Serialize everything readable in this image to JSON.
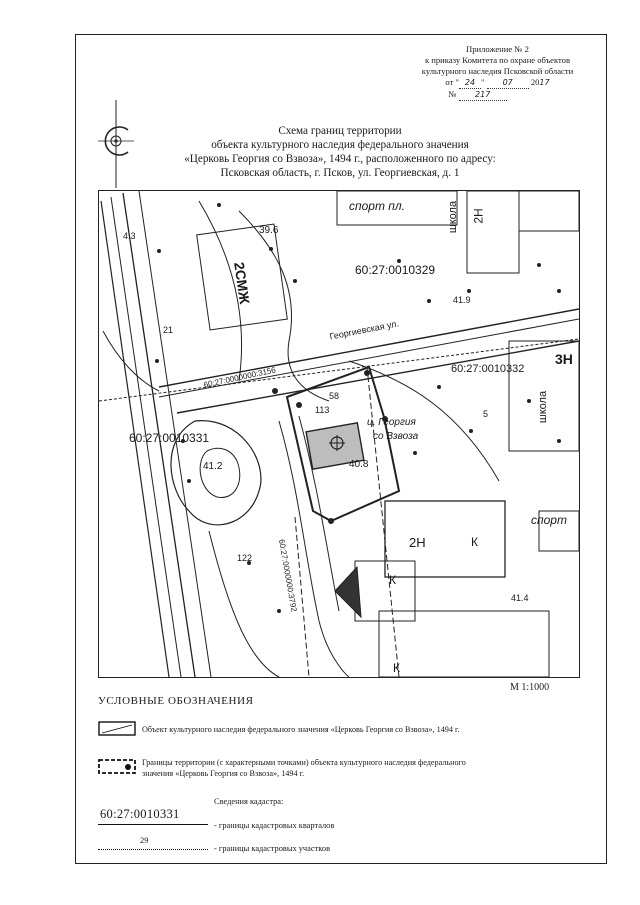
{
  "appendix": {
    "line1": "Приложение № 2",
    "line2": "к приказу Комитета по охране объектов",
    "line3": "культурного наследия Псковской области",
    "date_prefix": "от \"",
    "date_day": "24",
    "date_mid": "\"",
    "date_month": "07",
    "date_year_prefix": "20",
    "date_year": "17",
    "number_prefix": "№",
    "number": "217"
  },
  "title": {
    "line1": "Схема границ территории",
    "line2": "объекта культурного наследия федерального значения",
    "line3": "«Церковь Георгия со Взвоза», 1494 г., расположенного по адресу:",
    "line4": "Псковская область, г. Псков, ул. Георгиевская, д. 1"
  },
  "map_labels": {
    "sport_top": "спорт пл.",
    "shkola_top": "школа",
    "label_2n_top": "2Н",
    "label_2mzh": "2СМЖ",
    "label_396": "39.6",
    "quarter_329": "60:27:0010329",
    "street": "Георгиевская ул.",
    "quarter_332": "60:27:0010332",
    "label_3n": "3Н",
    "shkola_right": "школа",
    "quarter_331": "60:27:0010331",
    "parcel_3156": "60:27:0000000:3156",
    "church_line1": "ц. Георгия",
    "church_line2": "со Взвоза",
    "label_412": "41.2",
    "label_408": "40.8",
    "sport_right": "спорт",
    "label_2n_bottom": "2Н",
    "label_k1": "К",
    "label_k2": "К",
    "label_k3": "К",
    "parcel_3792": "60:27:0000000:3792",
    "label_122": "122",
    "label_414": "41.4",
    "label_113": "113",
    "label_58": "58",
    "label_41": "41.9",
    "label_21": "21",
    "label_43": "4.3",
    "label_5": "5"
  },
  "scale": "М 1:1000",
  "legend": {
    "title": "УСЛОВНЫЕ ОБОЗНАЧЕНИЯ",
    "item1": "Объект культурного наследия федерального значения «Церковь Георгия со Взвоза», 1494 г.",
    "item2_line1": "Границы территории (с характерными точками) объекта культурного наследия федерального",
    "item2_line2": "значения «Церковь Георгия со Взвоза», 1494 г.",
    "cadastre_heading": "Сведения кадастра:",
    "cadastral_number": "60:27:0010331",
    "cadastral_quarters": "- границы кадастровых кварталов",
    "parcel_number": "29",
    "cadastral_parcels": "- границы кадастровых участков"
  },
  "colors": {
    "ink": "#1a1a1a",
    "paper": "#ffffff"
  }
}
